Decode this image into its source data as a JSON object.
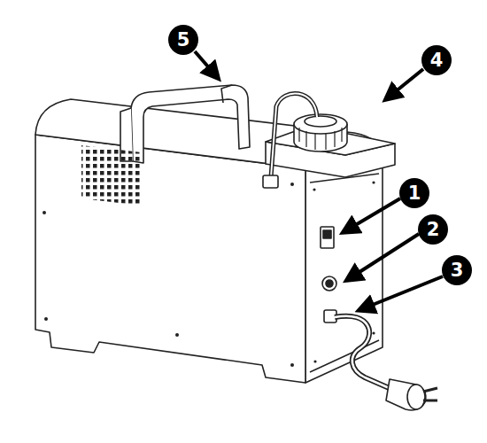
{
  "diagram": {
    "labels": [
      "5",
      "4",
      "1",
      "2",
      "3"
    ]
  }
}
